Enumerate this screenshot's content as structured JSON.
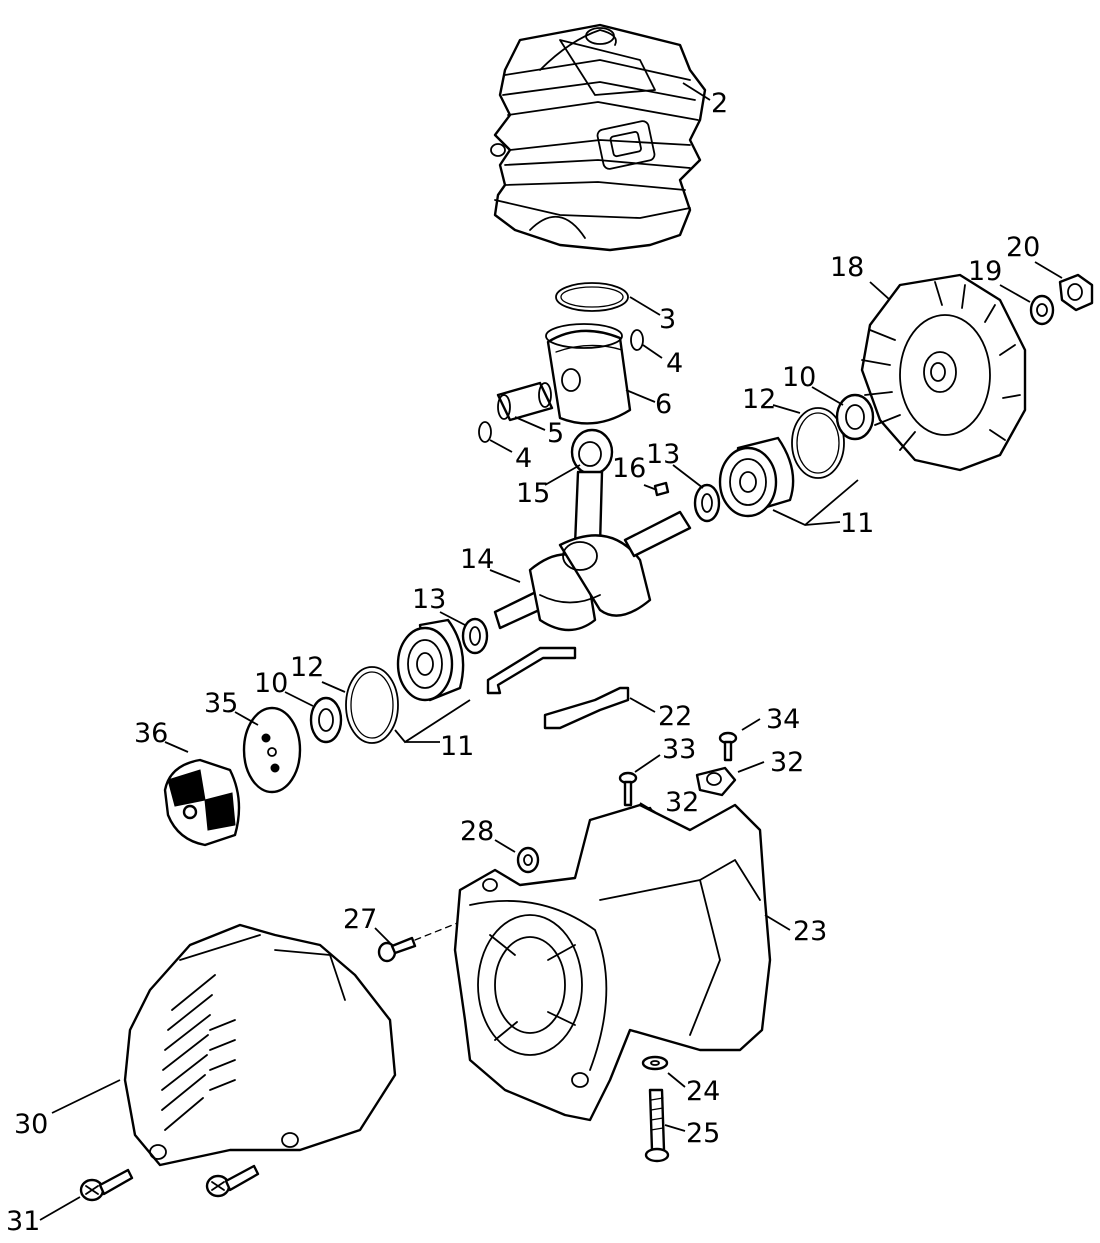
{
  "diagram": {
    "kind": "exploded parts diagram",
    "stroke_color": "#000000",
    "background": "#ffffff"
  },
  "callouts": [
    {
      "id": "c2",
      "text": "2"
    },
    {
      "id": "c3",
      "text": "3"
    },
    {
      "id": "c4a",
      "text": "4"
    },
    {
      "id": "c6",
      "text": "6"
    },
    {
      "id": "c5",
      "text": "5"
    },
    {
      "id": "c4b",
      "text": "4"
    },
    {
      "id": "c15",
      "text": "15"
    },
    {
      "id": "c16",
      "text": "16"
    },
    {
      "id": "c13a",
      "text": "13"
    },
    {
      "id": "c18",
      "text": "18"
    },
    {
      "id": "c19",
      "text": "19"
    },
    {
      "id": "c20",
      "text": "20"
    },
    {
      "id": "c10a",
      "text": "10"
    },
    {
      "id": "c12a",
      "text": "12"
    },
    {
      "id": "c11a",
      "text": "11"
    },
    {
      "id": "c14",
      "text": "14"
    },
    {
      "id": "c13b",
      "text": "13"
    },
    {
      "id": "c12b",
      "text": "12"
    },
    {
      "id": "c10b",
      "text": "10"
    },
    {
      "id": "c35",
      "text": "35"
    },
    {
      "id": "c36",
      "text": "36"
    },
    {
      "id": "c11b",
      "text": "11"
    },
    {
      "id": "c22",
      "text": "22"
    },
    {
      "id": "c34",
      "text": "34"
    },
    {
      "id": "c33",
      "text": "33"
    },
    {
      "id": "c32a",
      "text": "32"
    },
    {
      "id": "c32b",
      "text": "32"
    },
    {
      "id": "c28",
      "text": "28"
    },
    {
      "id": "c27",
      "text": "27"
    },
    {
      "id": "c23",
      "text": "23"
    },
    {
      "id": "c30",
      "text": "30"
    },
    {
      "id": "c24",
      "text": "24"
    },
    {
      "id": "c25",
      "text": "25"
    },
    {
      "id": "c31",
      "text": "31"
    }
  ]
}
